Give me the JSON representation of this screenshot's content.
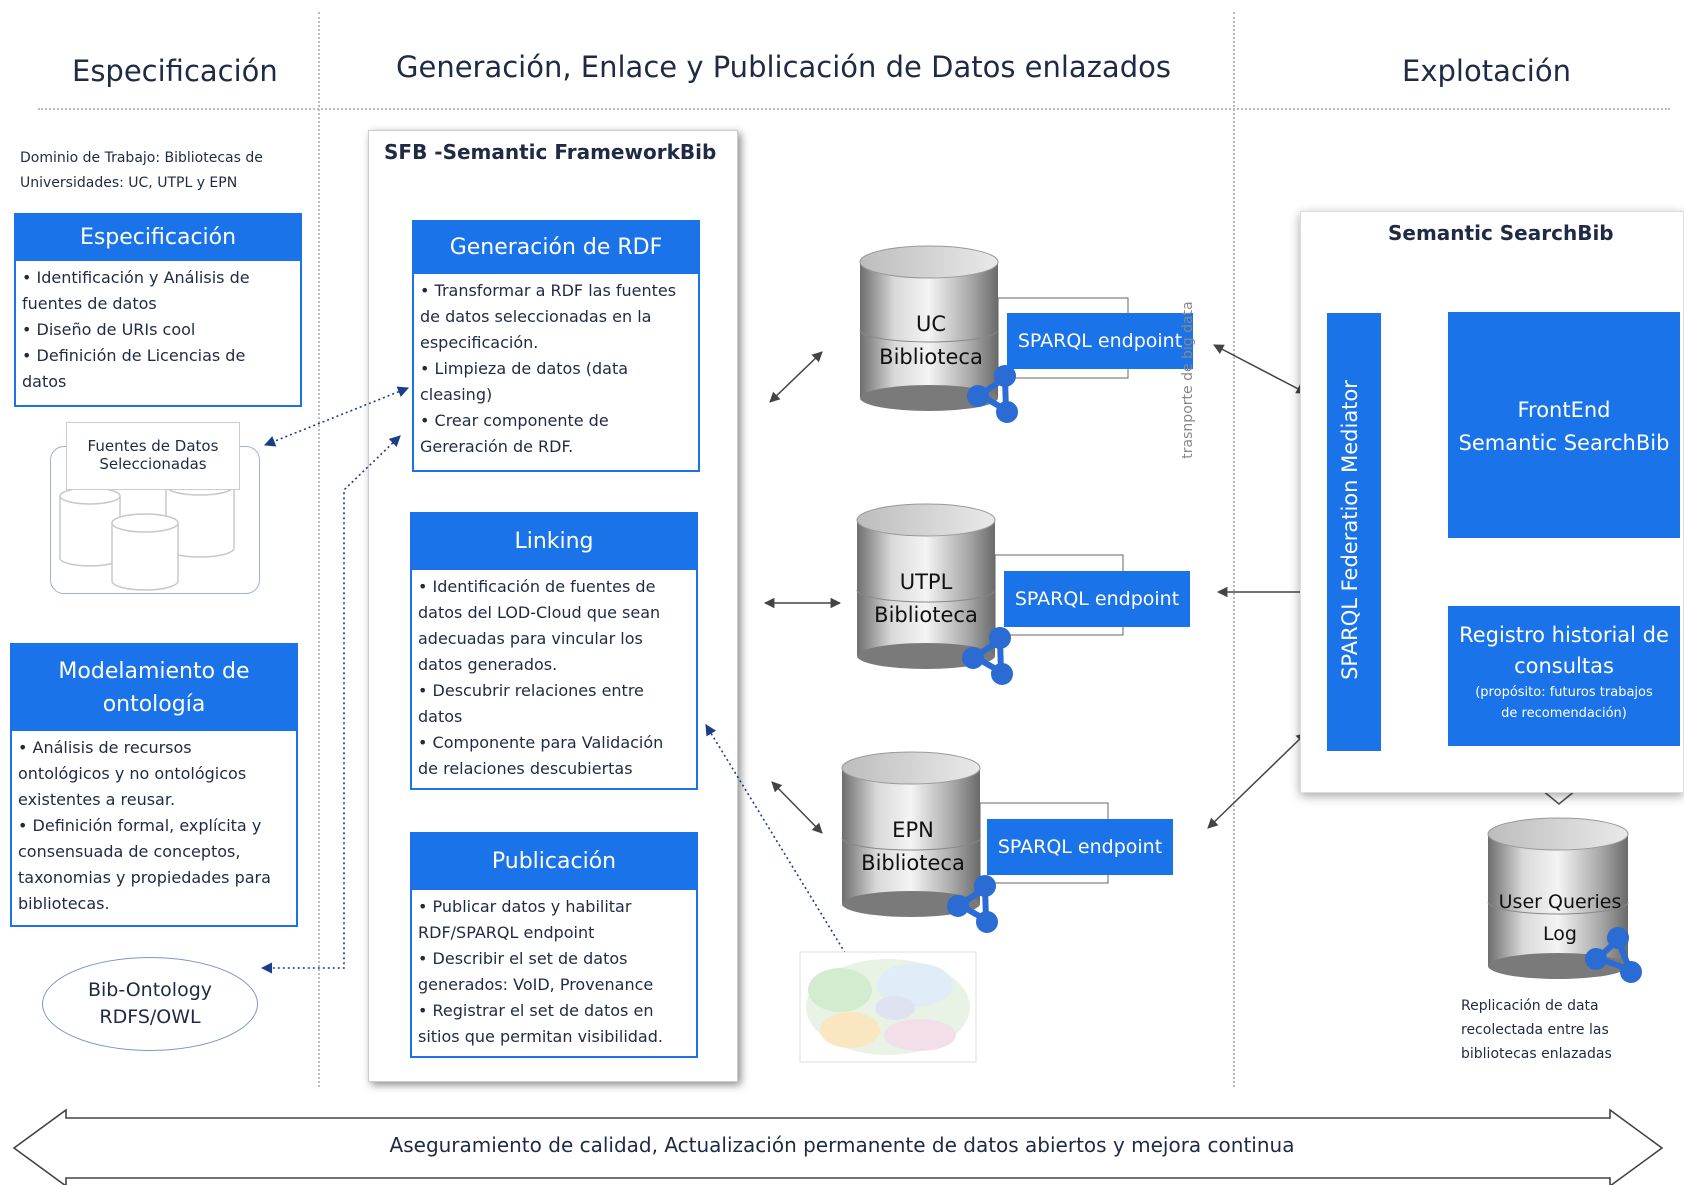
{
  "headers": {
    "especificacion": "Especificación",
    "generacion": "Generación, Enlace y Publicación de Datos enlazados",
    "explotacion": "Explotación"
  },
  "dominio": {
    "line1": "Dominio de Trabajo: Bibliotecas de",
    "line2": "Universidades: UC, UTPL y EPN"
  },
  "especificacion_box": {
    "title": "Especificación",
    "items": [
      "• Identificación y Análisis de",
      "fuentes de datos",
      "• Diseño de URIs cool",
      "• Definición de Licencias de",
      "datos"
    ]
  },
  "fuentes": {
    "line1": "Fuentes de Datos",
    "line2": "Seleccionadas"
  },
  "modelamiento": {
    "title1": "Modelamiento de",
    "title2": "ontología",
    "items": [
      "• Análisis de recursos",
      "ontológicos y no ontológicos",
      "existentes a reusar.",
      "• Definición formal, explícita y",
      "consensuada  de conceptos,",
      "taxonomias y propiedades para",
      "bibliotecas."
    ]
  },
  "bib_ontology": {
    "line1": "Bib-Ontology",
    "line2": "RDFS/OWL"
  },
  "sfb": {
    "title": "SFB -Semantic FrameworkBib",
    "rdf": {
      "title": "Generación de RDF",
      "items": [
        "• Transformar a RDF las fuentes",
        "de datos seleccionadas en la",
        "especificación.",
        "• Limpieza de datos (data",
        "cleasing)",
        "• Crear componente de",
        "Gereración de RDF."
      ]
    },
    "linking": {
      "title": "Linking",
      "items": [
        "• Identificación de fuentes de",
        "datos  del LOD-Cloud que sean",
        "adecuadas para vincular los",
        "datos generados.",
        "• Descubrir relaciones entre",
        "datos",
        "•  Componente para Validación",
        "de relaciones descubiertas"
      ]
    },
    "publicacion": {
      "title": "Publicación",
      "items": [
        "•  Publicar datos y habilitar",
        "RDF/SPARQL endpoint",
        "• Describir el set de datos",
        "generados: VoID, Provenance",
        "• Registrar el set de datos en",
        "sitios que permitan visibilidad."
      ]
    }
  },
  "libraries": [
    {
      "line1": "UC",
      "line2": "Biblioteca",
      "endpoint": "SPARQL endpoint"
    },
    {
      "line1": "UTPL",
      "line2": "Biblioteca",
      "endpoint": "SPARQL endpoint"
    },
    {
      "line1": "EPN",
      "line2": "Biblioteca",
      "endpoint": "SPARQL endpoint"
    }
  ],
  "transport": "trasnporte de big data",
  "ssb": {
    "title": "Semantic SearchBib",
    "mediator": "SPARQL Federation Mediator",
    "frontend1": "FrontEnd",
    "frontend2": "Semantic SearchBib",
    "registro1": "Registro historial de",
    "registro2": "consultas",
    "registro3": "(propósito: futuros trabajos",
    "registro4": "de recomendación)"
  },
  "log": {
    "line1": "User Queries",
    "line2": "Log"
  },
  "replicacion": {
    "line1": "Replicación de data",
    "line2": "recolectada entre las",
    "line3": "bibliotecas enlazadas"
  },
  "bottom": "Aseguramiento de calidad, Actualización permanente de datos abiertos y mejora continua",
  "colors": {
    "accent": "#1a73e8"
  }
}
